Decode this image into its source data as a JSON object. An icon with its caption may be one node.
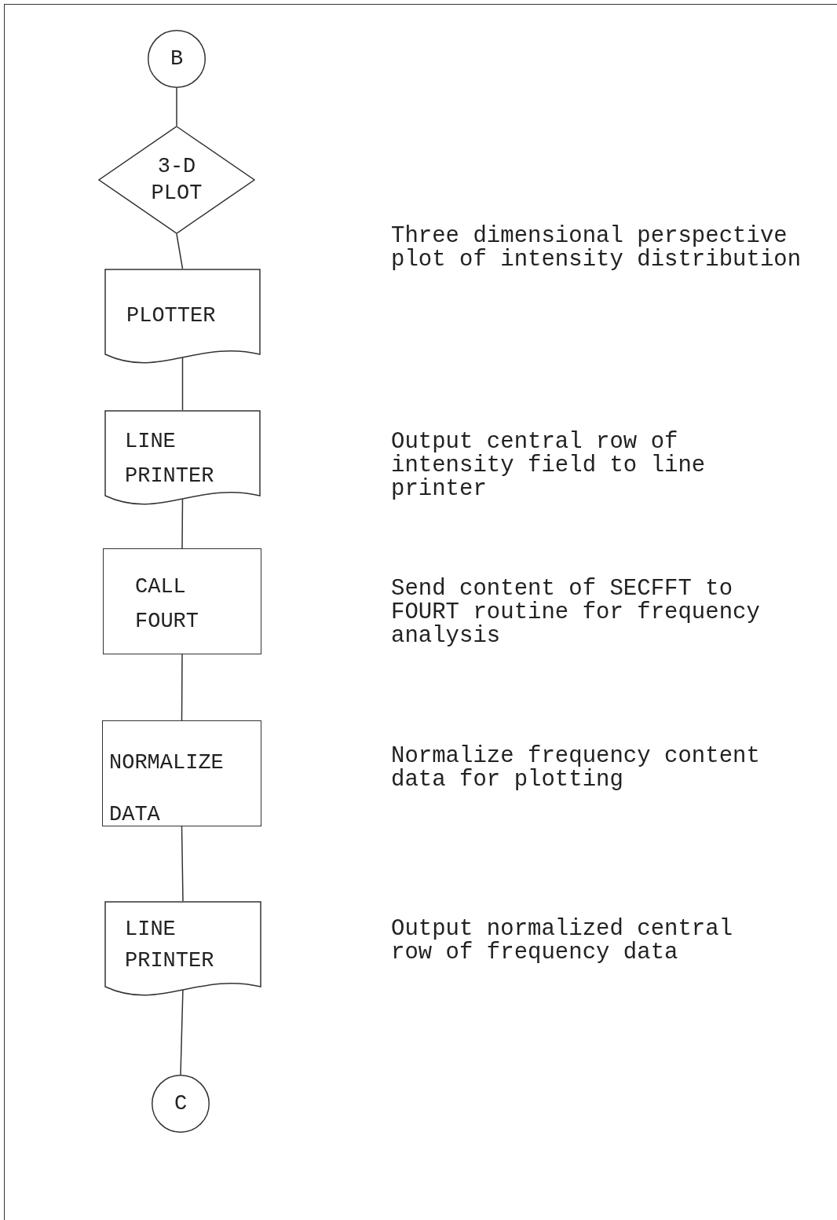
{
  "diagram": {
    "nodes": [
      {
        "text": [
          "B"
        ]
      },
      {
        "text": [
          "3-D PLOT"
        ]
      },
      {
        "text": [
          "PLOTTER"
        ]
      },
      {
        "text": [
          "LINE PRINTER"
        ]
      },
      {
        "text": [
          "CALL FOURT"
        ]
      },
      {
        "text": [
          "NORMALIZE DATA"
        ]
      },
      {
        "text": [
          "LINE PRINTER"
        ]
      },
      {
        "text": [
          "C"
        ]
      }
    ],
    "edges": [
      {
        "from": 0,
        "to": 1,
        "arrow": "none"
      },
      {
        "from": 1,
        "to": 2,
        "arrow": "none"
      },
      {
        "from": 2,
        "to": 3,
        "arrow": "none"
      },
      {
        "from": 3,
        "to": 4,
        "arrow": "none"
      },
      {
        "from": 4,
        "to": 5,
        "arrow": "none"
      },
      {
        "from": 5,
        "to": 6,
        "arrow": "none"
      },
      {
        "from": 6,
        "to": 7,
        "arrow": "none"
      }
    ],
    "labels": [
      "Three dimensional perspective plot of intensity distribution",
      "Output central row of intensity field to line printer",
      "Send content of SECFFT to FOURT routine for frequency analysis",
      "Normalize frequency content data for plotting",
      "Output normalized central row of frequency data"
    ]
  }
}
